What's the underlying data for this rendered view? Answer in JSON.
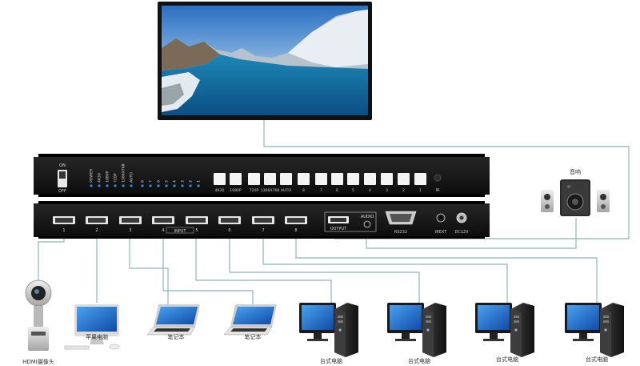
{
  "front_panel": {
    "power_switch": {
      "on": "ON",
      "off": "OFF"
    },
    "indicators": [
      "POWER",
      "4K30",
      "1080P",
      "720P",
      "1366X768",
      "AUTO",
      "8",
      "7",
      "6",
      "5",
      "4",
      "3",
      "2",
      "1"
    ],
    "buttons": [
      "4K30",
      "1080P",
      "720P",
      "1366X768",
      "AUTO",
      "8",
      "7",
      "6",
      "5",
      "4",
      "3",
      "2",
      "1"
    ],
    "ir_label": "IR"
  },
  "rear_panel": {
    "inputs": [
      "1",
      "2",
      "3",
      "4",
      "5",
      "6",
      "7",
      "8"
    ],
    "input_label": "INPUT",
    "output_label": "OUTPUT",
    "audio_label": "AUDIO",
    "rs232_label": "RS232",
    "irext_label": "IREXT",
    "dc_label": "DC12V"
  },
  "speaker_label": "音响",
  "devices": [
    {
      "label": "HDMI摄像头",
      "kind": "camera"
    },
    {
      "label": "苹果电脑",
      "kind": "imac"
    },
    {
      "label": "笔记本",
      "kind": "laptop"
    },
    {
      "label": "笔记本",
      "kind": "laptop"
    },
    {
      "label": "台式电脑",
      "kind": "desktop"
    },
    {
      "label": "台式电脑",
      "kind": "desktop"
    },
    {
      "label": "台式电脑",
      "kind": "desktop"
    },
    {
      "label": "台式电脑",
      "kind": "desktop"
    }
  ],
  "colors": {
    "panel": "#141414",
    "wire": "#8fb3b8",
    "led": "#2e8be6",
    "screen": "#1f6fd1"
  }
}
